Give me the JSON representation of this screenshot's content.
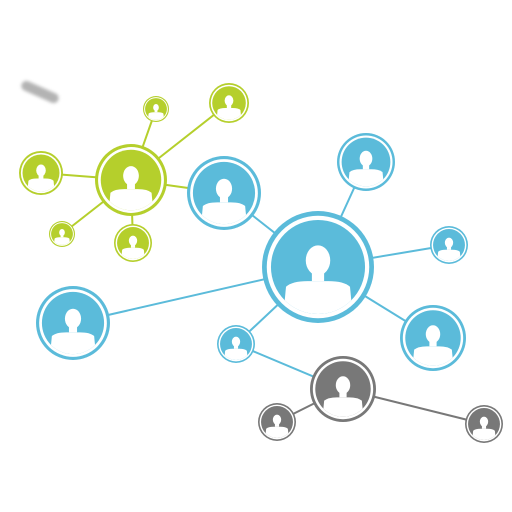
{
  "diagram": {
    "type": "social-network",
    "clusters": [
      {
        "name": "green",
        "color": "#b5cf2c",
        "hub_icon": "person-icon",
        "nodes": [
          "g-hub",
          "g-top-small",
          "g-top-right",
          "g-left",
          "g-bottom-left",
          "g-bottom"
        ]
      },
      {
        "name": "blue",
        "color": "#5bbbda",
        "hub_icon": "person-icon",
        "nodes": [
          "b-hub",
          "b-upper-left",
          "b-top",
          "b-right",
          "b-lower-right",
          "b-left-large",
          "b-lower-small"
        ]
      },
      {
        "name": "gray",
        "color": "#787878",
        "hub_icon": "person-icon",
        "nodes": [
          "k-hub",
          "k-left",
          "k-right"
        ]
      }
    ],
    "links": [
      [
        "g-hub",
        "g-top-small"
      ],
      [
        "g-hub",
        "g-top-right"
      ],
      [
        "g-hub",
        "g-left"
      ],
      [
        "g-hub",
        "g-bottom-left"
      ],
      [
        "g-hub",
        "g-bottom"
      ],
      [
        "g-hub",
        "b-upper-left"
      ],
      [
        "b-hub",
        "b-upper-left"
      ],
      [
        "b-hub",
        "b-top"
      ],
      [
        "b-hub",
        "b-right"
      ],
      [
        "b-hub",
        "b-lower-right"
      ],
      [
        "b-hub",
        "b-left-large"
      ],
      [
        "b-hub",
        "b-lower-small"
      ],
      [
        "b-lower-small",
        "k-hub"
      ],
      [
        "k-hub",
        "k-left"
      ],
      [
        "k-hub",
        "k-right"
      ]
    ]
  }
}
